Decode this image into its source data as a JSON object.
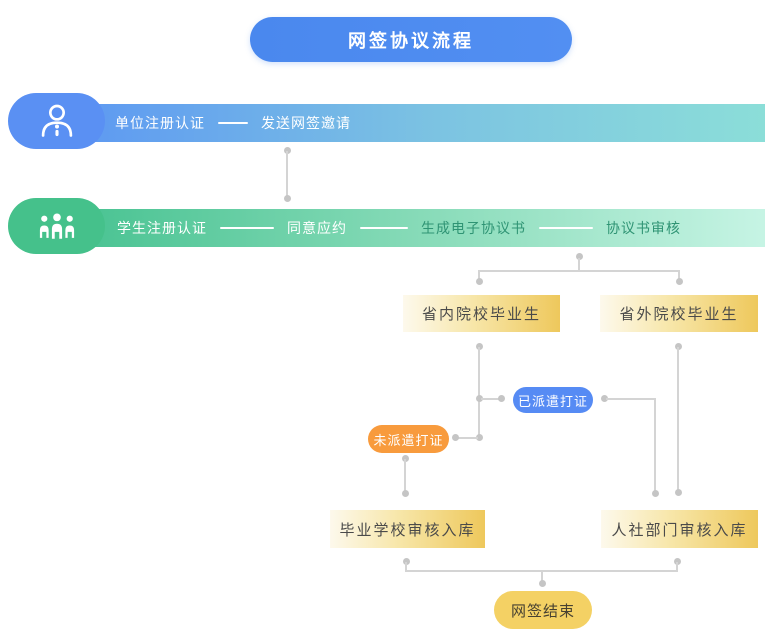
{
  "title": "网签协议流程",
  "lanes": {
    "employer": {
      "icon": "person-icon",
      "steps": [
        "单位注册认证",
        "发送网签邀请"
      ]
    },
    "student": {
      "icon": "people-group-icon",
      "steps": [
        "学生注册认证",
        "同意应约",
        "生成电子协议书",
        "协议书审核"
      ]
    }
  },
  "branch_nodes": {
    "in_province": "省内院校毕业生",
    "out_of_province": "省外院校毕业生"
  },
  "status_pills": {
    "dispatched": "已派遣打证",
    "not_dispatched": "未派遣打证"
  },
  "review_nodes": {
    "school": "毕业学校审核入库",
    "hr_department": "人社部门审核入库"
  },
  "end_node": "网签结束",
  "colors": {
    "title_blue": "#4d8bf0",
    "employer_bar_start": "#5f9bf1",
    "employer_bar_end": "#8cdfd8",
    "student_bar_start": "#4cc494",
    "student_bar_end": "#c9f5e6",
    "employer_tile": "#5a90f3",
    "student_tile": "#45c18b",
    "dispatched_pill": "#568bf4",
    "not_dispatched_pill": "#f89b3d",
    "gold_node_start": "#fdf9ec",
    "gold_node_end": "#eec85c",
    "end_pill": "#f4d164",
    "connector_gray": "#d4d4d4"
  }
}
